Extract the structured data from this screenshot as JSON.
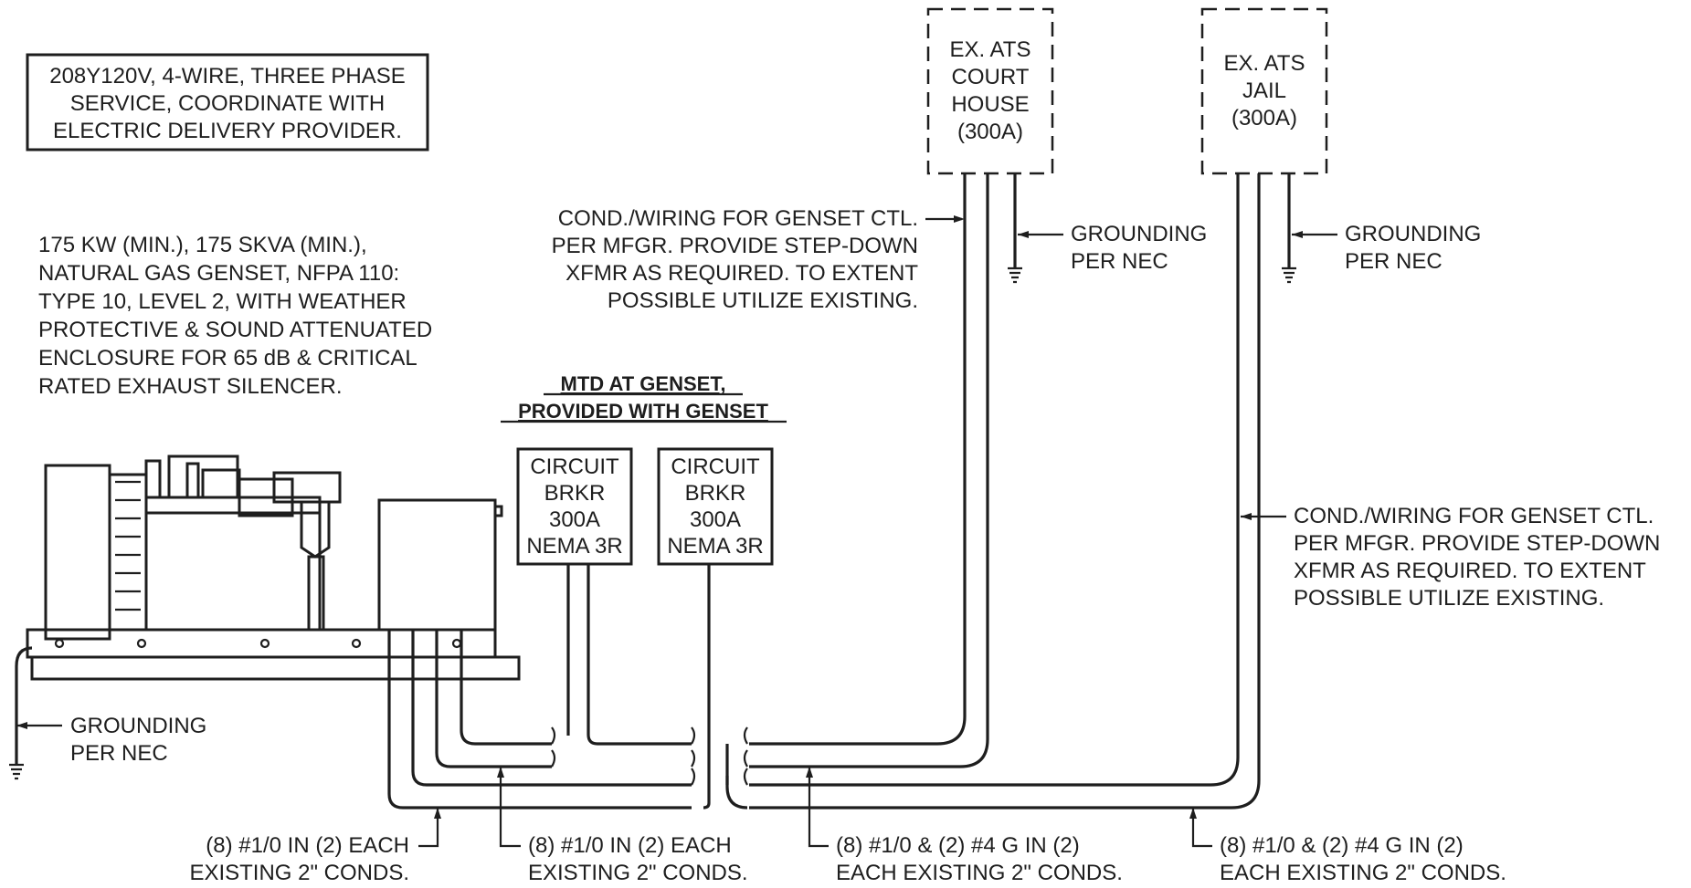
{
  "notes": {
    "service": [
      "208Y120V, 4-WIRE, THREE PHASE",
      "SERVICE, COORDINATE WITH",
      "ELECTRIC DELIVERY PROVIDER."
    ],
    "genset": [
      "175 KW (MIN.), 175 SKVA (MIN.),",
      "NATURAL GAS GENSET, NFPA 110:",
      "TYPE 10, LEVEL 2, WITH WEATHER",
      "PROTECTIVE & SOUND ATTENUATED",
      "ENCLOSURE FOR 65 dB & CRITICAL",
      "RATED EXHAUST SILENCER."
    ]
  },
  "ats": [
    {
      "lines": [
        "EX. ATS",
        "COURT",
        "HOUSE",
        "(300A)"
      ]
    },
    {
      "lines": [
        "EX. ATS",
        "JAIL",
        "(300A)"
      ]
    }
  ],
  "control_wiring": [
    "COND./WIRING FOR GENSET CTL.",
    "PER MFGR. PROVIDE STEP-DOWN",
    "XFMR AS REQUIRED. TO EXTENT",
    "POSSIBLE UTILIZE EXISTING."
  ],
  "grounding": [
    "GROUNDING",
    "PER NEC"
  ],
  "breaker_heading": [
    "MTD AT GENSET,",
    "PROVIDED WITH GENSET"
  ],
  "breakers": [
    {
      "lines": [
        "CIRCUIT",
        "BRKR",
        "300A",
        "NEMA 3R"
      ]
    },
    {
      "lines": [
        "CIRCUIT",
        "BRKR",
        "300A",
        "NEMA 3R"
      ]
    }
  ],
  "conduits": [
    {
      "lines": [
        "(8) #1/0 IN (2) EACH",
        "EXISTING 2\" CONDS."
      ]
    },
    {
      "lines": [
        "(8) #1/0 IN (2) EACH",
        "EXISTING 2\" CONDS."
      ]
    },
    {
      "lines": [
        "(8) #1/0 & (2) #4 G IN (2)",
        "EACH EXISTING 2\" CONDS."
      ]
    },
    {
      "lines": [
        "(8) #1/0 & (2) #4 G IN (2)",
        "EACH EXISTING 2\" CONDS."
      ]
    }
  ]
}
